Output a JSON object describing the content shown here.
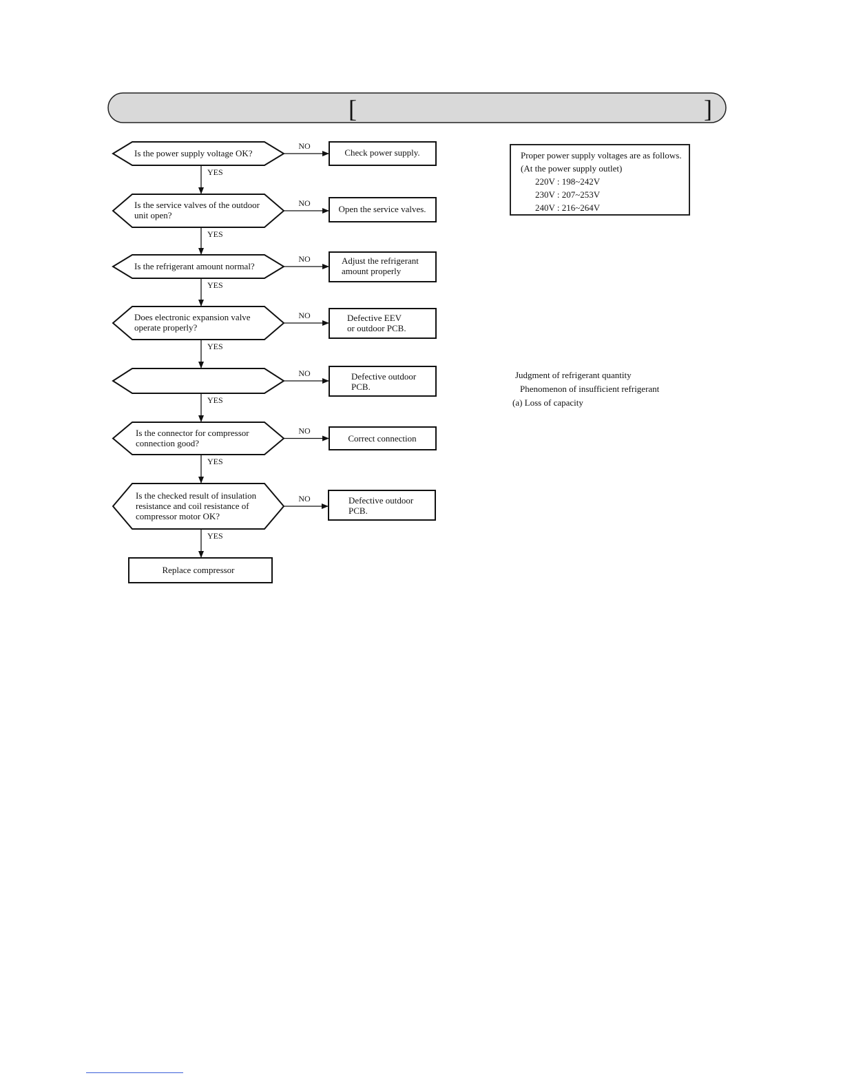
{
  "header": {
    "bracket_open": "[",
    "bracket_close": "]"
  },
  "steps": [
    {
      "question": [
        "Is the power supply voltage OK?"
      ],
      "no_label": "NO",
      "no_action": [
        "Check power supply."
      ],
      "yes_label": "YES"
    },
    {
      "question": [
        "Is the service valves of the outdoor",
        "unit open?"
      ],
      "no_label": "NO",
      "no_action": [
        "Open the service valves."
      ],
      "yes_label": "YES"
    },
    {
      "question": [
        "Is the refrigerant amount normal?"
      ],
      "no_label": "NO",
      "no_action": [
        "Adjust the refrigerant",
        "amount properly"
      ],
      "yes_label": "YES"
    },
    {
      "question": [
        "Does electronic expansion valve",
        "operate properly?"
      ],
      "no_label": "NO",
      "no_action": [
        "Defective EEV",
        "or outdoor PCB."
      ],
      "yes_label": "YES"
    },
    {
      "question": [],
      "no_label": "NO",
      "no_action": [
        "Defective outdoor",
        "PCB."
      ],
      "yes_label": "YES"
    },
    {
      "question": [
        "Is the connector for compressor",
        "connection good?"
      ],
      "no_label": "NO",
      "no_action": [
        "Correct connection"
      ],
      "yes_label": "YES"
    },
    {
      "question": [
        "Is the checked result of insulation",
        "resistance and coil resistance of",
        "compressor motor OK?"
      ],
      "no_label": "NO",
      "no_action": [
        "Defective outdoor",
        "PCB."
      ],
      "yes_label": "YES"
    }
  ],
  "final_action": "Replace compressor",
  "voltage_note": {
    "line1": "Proper power supply voltages are as follows.",
    "line2": "(At the power supply outlet)",
    "values": [
      "220V : 198~242V",
      "230V : 207~253V",
      "240V : 216~264V"
    ]
  },
  "refrigerant_note": {
    "line1": "Judgment of refrigerant quantity",
    "line2": "Phenomenon of insufficient refrigerant",
    "line3": "(a) Loss of capacity"
  }
}
